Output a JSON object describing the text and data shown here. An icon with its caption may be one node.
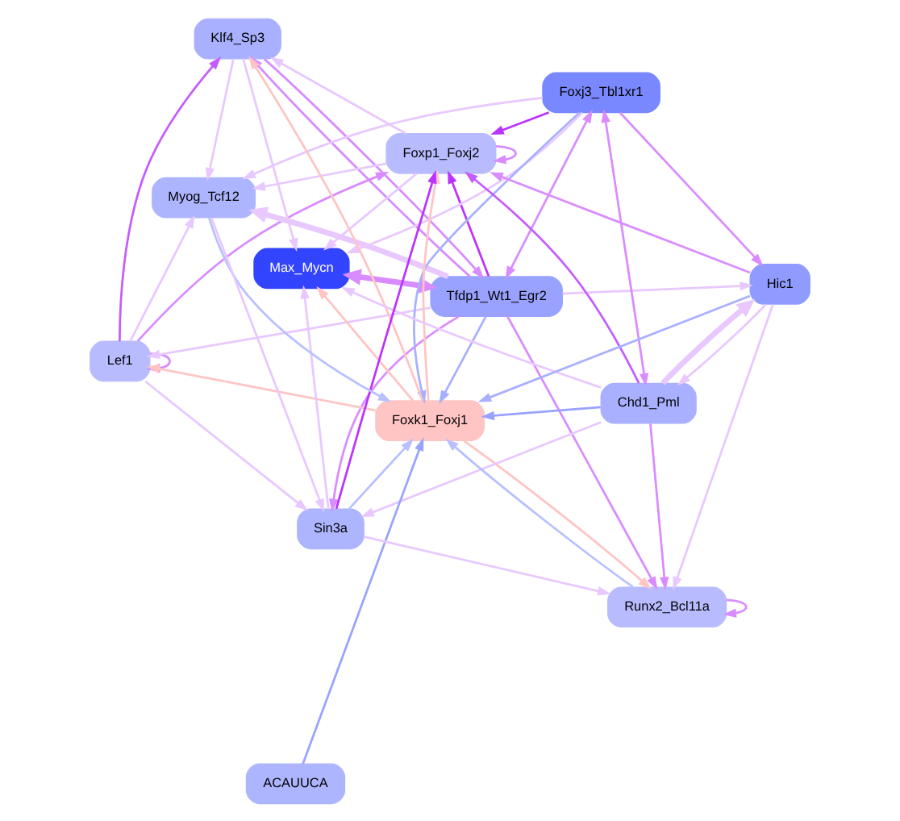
{
  "diagram": {
    "nodes": [
      {
        "text": [
          "Lef1"
        ]
      },
      {
        "text": [
          "Klf4_Sp3"
        ]
      },
      {
        "text": [
          "Tfdp1_Wt1_Egr2"
        ]
      },
      {
        "text": [
          "Foxp1_Foxj2"
        ]
      },
      {
        "text": [
          "Foxj3_Tbl1xr1"
        ]
      },
      {
        "text": [
          "Max_Mycn"
        ]
      },
      {
        "text": [
          "Foxk1_Foxj1"
        ]
      },
      {
        "text": [
          "Chd1_Pml"
        ]
      },
      {
        "text": [
          "ACAUUCA"
        ]
      },
      {
        "text": [
          "Sin3a"
        ]
      },
      {
        "text": [
          "Hic1"
        ]
      },
      {
        "text": [
          "Myog_Tcf12"
        ]
      },
      {
        "text": [
          "Runx2_Bcl11a"
        ]
      }
    ],
    "edges": [
      {
        "from": 0,
        "to": 0,
        "arrow": "to",
        "color": "#d98cff"
      },
      {
        "from": 12,
        "to": 12,
        "arrow": "to",
        "color": "#d98cff"
      },
      {
        "from": 3,
        "to": 3,
        "arrow": "to",
        "color": "#d98cff"
      },
      {
        "from": 0,
        "to": 1,
        "arrow": "to",
        "color": "#c45cff"
      },
      {
        "from": 2,
        "to": 1,
        "arrow": "to",
        "color": "#d98cff"
      },
      {
        "from": 0,
        "to": 3,
        "arrow": "to",
        "color": "#d98cff"
      },
      {
        "from": 2,
        "to": 3,
        "arrow": "to",
        "color": "#bb33ff"
      },
      {
        "from": 3,
        "to": 1,
        "arrow": "to"
      },
      {
        "from": 1,
        "to": 2,
        "arrow": "to",
        "color": "#d98cff"
      },
      {
        "from": 2,
        "to": 0,
        "arrow": "to"
      },
      {
        "from": 1,
        "to": 5,
        "arrow": "to"
      },
      {
        "from": 3,
        "to": 5,
        "arrow": "to"
      },
      {
        "from": 2,
        "to": 5,
        "arrow": "both",
        "style": "thick",
        "color": "#d98cff"
      },
      {
        "from": 4,
        "to": 3,
        "arrow": "to",
        "color": "#bb33ff"
      },
      {
        "from": 9,
        "to": 3,
        "arrow": "to",
        "color": "#bb33ff"
      },
      {
        "from": 7,
        "to": 3,
        "arrow": "to",
        "color": "#c45cff"
      },
      {
        "from": 6,
        "to": 3,
        "arrow": "to",
        "color": "#ffc4c4"
      },
      {
        "from": 6,
        "to": 0,
        "arrow": "to",
        "color": "#ffc4c4"
      },
      {
        "from": 6,
        "to": 1,
        "arrow": "to",
        "color": "#ffc4c4"
      },
      {
        "from": 6,
        "to": 5,
        "arrow": "to",
        "color": "#ffc4c4"
      },
      {
        "from": 6,
        "to": 12,
        "arrow": "to",
        "color": "#ffc4c4"
      },
      {
        "from": 2,
        "to": 6,
        "arrow": "to",
        "color": "#a8b0ff"
      },
      {
        "from": 4,
        "to": 6,
        "arrow": "to",
        "color": "#a8b0ff"
      },
      {
        "from": 7,
        "to": 6,
        "arrow": "to",
        "color": "#99a3ff"
      },
      {
        "from": 8,
        "to": 6,
        "arrow": "to",
        "color": "#99a3ff"
      },
      {
        "from": 10,
        "to": 6,
        "arrow": "to",
        "color": "#a8b0ff"
      },
      {
        "from": 9,
        "to": 6,
        "arrow": "to",
        "color": "#b8c0ff"
      },
      {
        "from": 11,
        "to": 6,
        "arrow": "to",
        "color": "#b8c0ff"
      },
      {
        "from": 12,
        "to": 6,
        "arrow": "to",
        "color": "#b8c0ff"
      },
      {
        "from": 10,
        "to": 3,
        "arrow": "to",
        "color": "#d98cff"
      },
      {
        "from": 4,
        "to": 5,
        "arrow": "to"
      },
      {
        "from": 7,
        "to": 5,
        "arrow": "to"
      },
      {
        "from": 9,
        "to": 5,
        "arrow": "to"
      },
      {
        "from": 2,
        "to": 4,
        "arrow": "both",
        "color": "#d98cff"
      },
      {
        "from": 4,
        "to": 7,
        "arrow": "both",
        "color": "#d98cff"
      },
      {
        "from": 7,
        "to": 9,
        "arrow": "to"
      },
      {
        "from": 11,
        "to": 9,
        "arrow": "to"
      },
      {
        "from": 2,
        "to": 9,
        "arrow": "to",
        "color": "#d98cff"
      },
      {
        "from": 2,
        "to": 11,
        "arrow": "to",
        "style": "thick"
      },
      {
        "from": 2,
        "to": 12,
        "arrow": "to",
        "color": "#d98cff"
      },
      {
        "from": 4,
        "to": 11,
        "arrow": "to"
      },
      {
        "from": 4,
        "to": 10,
        "arrow": "to",
        "color": "#d98cff"
      },
      {
        "from": 7,
        "to": 10,
        "arrow": "to",
        "style": "thick"
      },
      {
        "from": 7,
        "to": 12,
        "arrow": "to",
        "color": "#d98cff"
      },
      {
        "from": 9,
        "to": 12,
        "arrow": "to"
      },
      {
        "from": 10,
        "to": 12,
        "arrow": "to"
      },
      {
        "from": 0,
        "to": 9,
        "arrow": "to"
      },
      {
        "from": 0,
        "to": 11,
        "arrow": "to"
      },
      {
        "from": 1,
        "to": 11,
        "arrow": "to"
      },
      {
        "from": 3,
        "to": 11,
        "arrow": "to"
      },
      {
        "from": 2,
        "to": 10,
        "arrow": "to"
      },
      {
        "from": 10,
        "to": 7,
        "arrow": "to"
      }
    ]
  }
}
